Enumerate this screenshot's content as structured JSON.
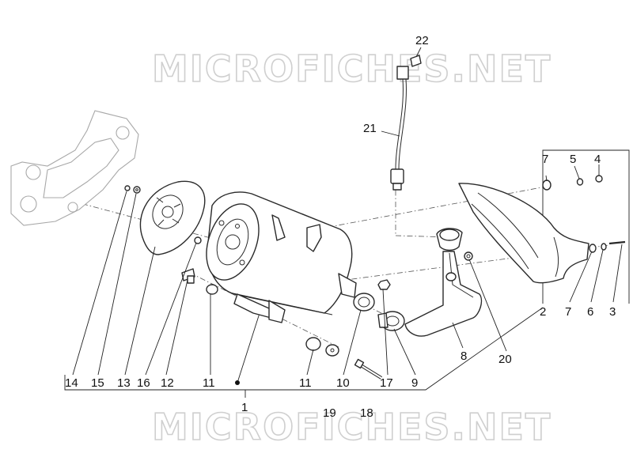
{
  "watermark": "MICROFICHES.NET",
  "callouts": {
    "c1": "1",
    "c2": "2",
    "c3": "3",
    "c4": "4",
    "c5": "5",
    "c6": "6",
    "c7a": "7",
    "c7b": "7",
    "c8": "8",
    "c9": "9",
    "c10": "10",
    "c11a": "11",
    "c11b": "11",
    "c12": "12",
    "c13": "13",
    "c14": "14",
    "c15": "15",
    "c16": "16",
    "c17": "17",
    "c18": "18",
    "c19": "19",
    "c20": "20",
    "c21": "21",
    "c22": "22"
  }
}
